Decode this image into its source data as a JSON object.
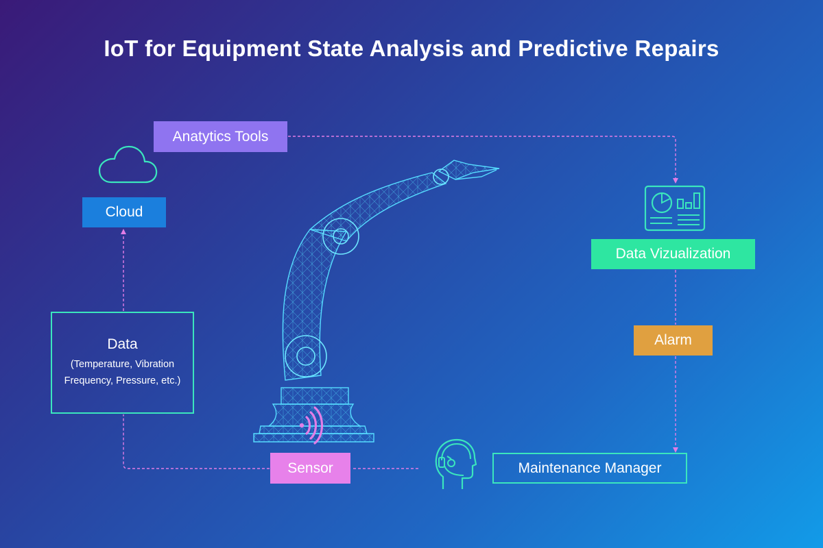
{
  "title": "IoT for Equipment State Analysis and Predictive Repairs",
  "nodes": {
    "analytics_tools": "Anatytics Tools",
    "cloud": "Cloud",
    "data_title": "Data",
    "data_detail": "(Temperature, Vibration Frequency, Pressure, etc.)",
    "data_visualization": "Data Vizualization",
    "alarm": "Alarm",
    "sensor": "Sensor",
    "maintenance_manager": "Maintenance Manager"
  },
  "icons": {
    "cloud": "cloud-icon",
    "dashboard": "dashboard-icon",
    "manager": "headset-person-icon",
    "robot_arm": "robotic-arm-illustration",
    "signal": "wireless-signal-icon"
  },
  "colors": {
    "analytics_tools": "#8f74f0",
    "cloud": "#1b7fdd",
    "data_visualization": "#2ee6a1",
    "alarm": "#e0a040",
    "sensor": "#e781ea",
    "outline": "#3be6bd",
    "connector": "#e27de6"
  }
}
